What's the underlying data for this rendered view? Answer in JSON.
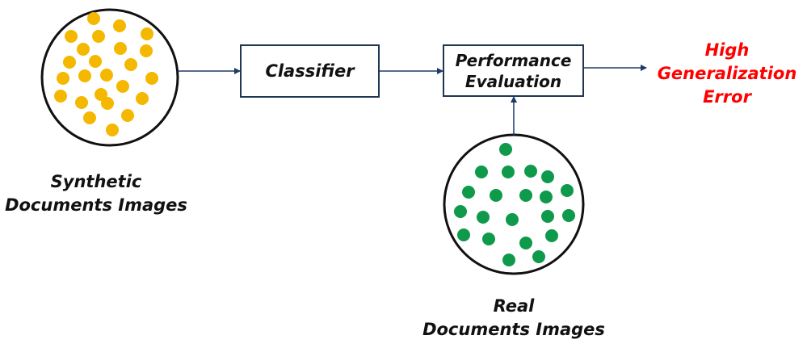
{
  "synthetic": {
    "label_line1": "Synthetic",
    "label_line2": "Documents Images",
    "dot_color": "#f5b800"
  },
  "real": {
    "label_line1": "Real",
    "label_line2": "Documents Images",
    "dot_color": "#0e9a4a"
  },
  "classifier": {
    "label": "Classifier"
  },
  "evaluation": {
    "line1": "Performance",
    "line2": "Evaluation"
  },
  "result": {
    "line1": "High",
    "line2": "Generalization",
    "line3": "Error",
    "color": "#ff0000"
  },
  "colors": {
    "box_border": "#1f3552",
    "arrow": "#1f3a66"
  }
}
